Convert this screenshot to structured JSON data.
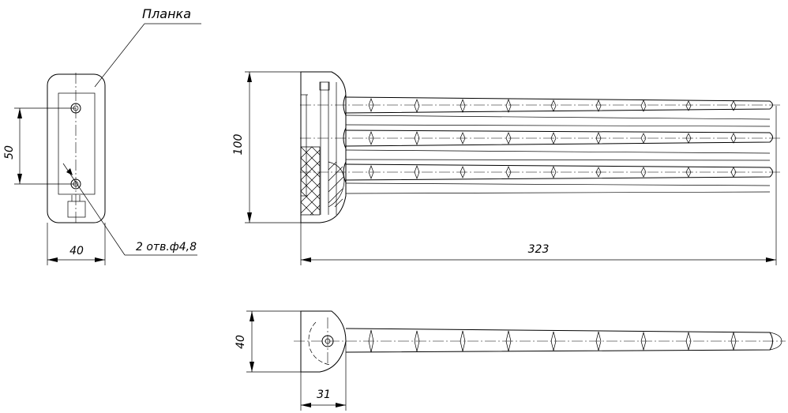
{
  "labels": {
    "part_name": "Планка",
    "holes_note": "2 отв.ф4,8"
  },
  "dimensions": {
    "bar_width": "40",
    "hole_spacing": "50",
    "height": "100",
    "total_length": "323",
    "thickness": "40",
    "head_length": "31"
  }
}
